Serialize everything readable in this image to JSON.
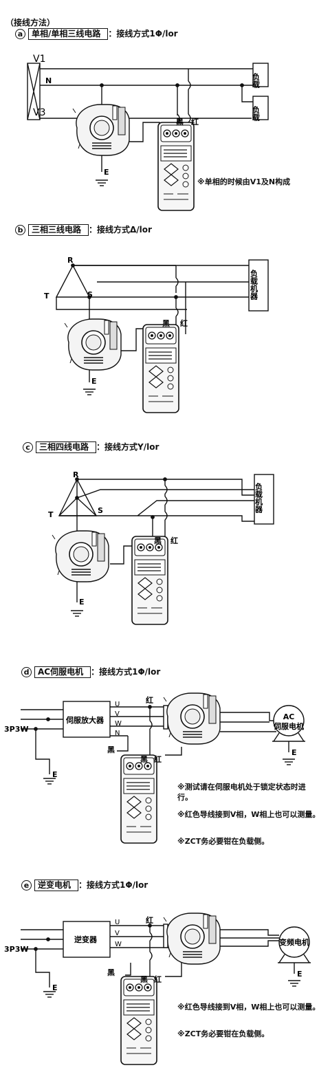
{
  "title": "（接线方法）",
  "sections": [
    {
      "letter": "a",
      "name": "单相/单相三线电路",
      "mode": "：接线方式1Φ/lor",
      "note": "※单相的时候由V1及N构成",
      "labels": {
        "v1": "V1",
        "n": "N",
        "v3": "V3",
        "e": "E",
        "black": "黑",
        "red": "红",
        "load1": "负载",
        "load2": "负载"
      }
    },
    {
      "letter": "b",
      "name": "三相三线电路",
      "mode": "：接线方式Δ/lor",
      "labels": {
        "r": "R",
        "t": "T",
        "s": "S",
        "e": "E",
        "black": "黑",
        "red": "红",
        "load": "负载机器"
      }
    },
    {
      "letter": "c",
      "name": "三相四线电路",
      "mode": "：接线方式Y/lor",
      "labels": {
        "r": "R",
        "t": "T",
        "s": "S",
        "e": "E",
        "black": "黑",
        "red": "红",
        "load": "负载机器"
      }
    },
    {
      "letter": "d",
      "name": "AC伺服电机",
      "mode": "：接线方式1Φ/lor",
      "notes": [
        "※测试请在伺服电机处于锁定状态时进行。",
        "※红色导线接到V相，W相上也可以测量。",
        "※ZCT务必要钳在负载侧。"
      ],
      "labels": {
        "supply": "3P3W",
        "amp": "伺服放大器",
        "u": "U",
        "v": "V",
        "w": "W",
        "n": "N",
        "e1": "E",
        "e2": "E",
        "black1": "黑",
        "black2": "黑",
        "red1": "红",
        "red2": "红",
        "motor_line1": "AC",
        "motor_line2": "伺服电机"
      }
    },
    {
      "letter": "e",
      "name": "逆变电机",
      "mode": "：接线方式1Φ/lor",
      "notes": [
        "※红色导线接到V相，W相上也可以测量。",
        "※ZCT务必要钳在负载侧。"
      ],
      "labels": {
        "supply": "3P3W",
        "inverter": "逆变器",
        "u": "U",
        "v": "V",
        "w": "W",
        "e1": "E",
        "e2": "E",
        "black1": "黑",
        "black2": "黑",
        "red1": "红",
        "red2": "红",
        "motor": "变频电机"
      }
    }
  ]
}
